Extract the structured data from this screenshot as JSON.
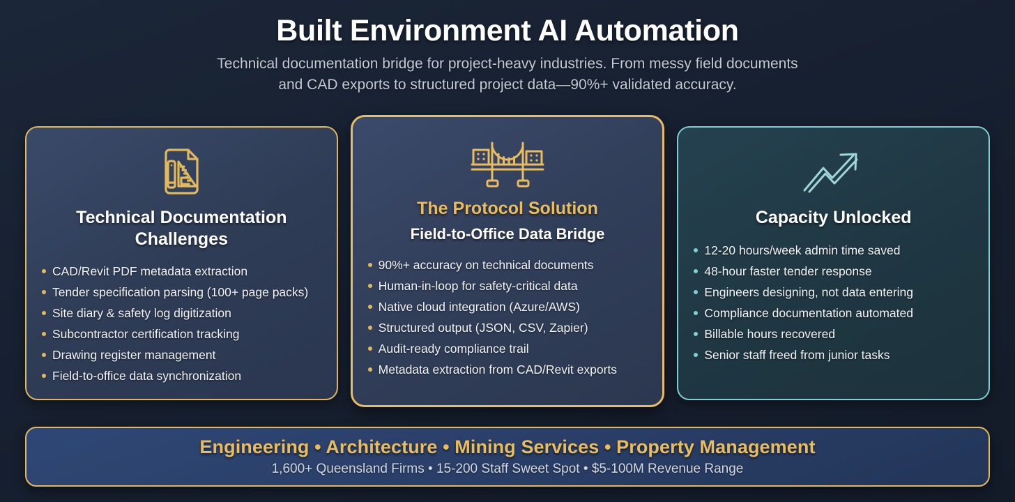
{
  "header": {
    "title": "Built Environment AI Automation",
    "subtitle_line1": "Technical documentation bridge for project-heavy industries. From messy field documents",
    "subtitle_line2": "and CAD exports to structured project data—90%+ validated accuracy."
  },
  "colors": {
    "gold": "#e9bd5f",
    "teal": "#7fcfd4",
    "card_navy": "#2f3c56",
    "card_teal_bg": "#1f3742",
    "page_bg": "#17202f",
    "heading_white": "#ffffff",
    "body_text": "#f2f4f7",
    "subtitle_text": "#c3cad6"
  },
  "cards": [
    {
      "icon": "document-ruler-icon",
      "heading": "Technical Documentation Challenges",
      "accent": "#e2b85c",
      "bullets": [
        "CAD/Revit PDF metadata extraction",
        "Tender specification parsing (100+ page packs)",
        "Site diary & safety log digitization",
        "Subcontractor certification tracking",
        "Drawing register management",
        "Field-to-office data synchronization"
      ]
    },
    {
      "icon": "bridge-icon",
      "heading": "The Protocol Solution",
      "subheading": "Field-to-Office Data Bridge",
      "accent": "#e9bd5f",
      "bullets": [
        "90%+ accuracy on technical documents",
        "Human-in-loop for safety-critical data",
        "Native cloud integration (Azure/AWS)",
        "Structured output (JSON, CSV, Zapier)",
        "Audit-ready compliance trail",
        "Metadata extraction from CAD/Revit exports"
      ]
    },
    {
      "icon": "trending-up-arrow-icon",
      "heading": "Capacity Unlocked",
      "accent": "#7fcfd4",
      "bullets": [
        "12-20 hours/week admin time saved",
        "48-hour faster tender response",
        "Engineers designing, not data entering",
        "Compliance documentation automated",
        "Billable hours recovered",
        "Senior staff freed from junior tasks"
      ]
    }
  ],
  "banner": {
    "main": "Engineering • Architecture • Mining Services • Property Management",
    "sub": "1,600+ Queensland Firms • 15-200 Staff Sweet Spot • $5-100M Revenue Range"
  }
}
